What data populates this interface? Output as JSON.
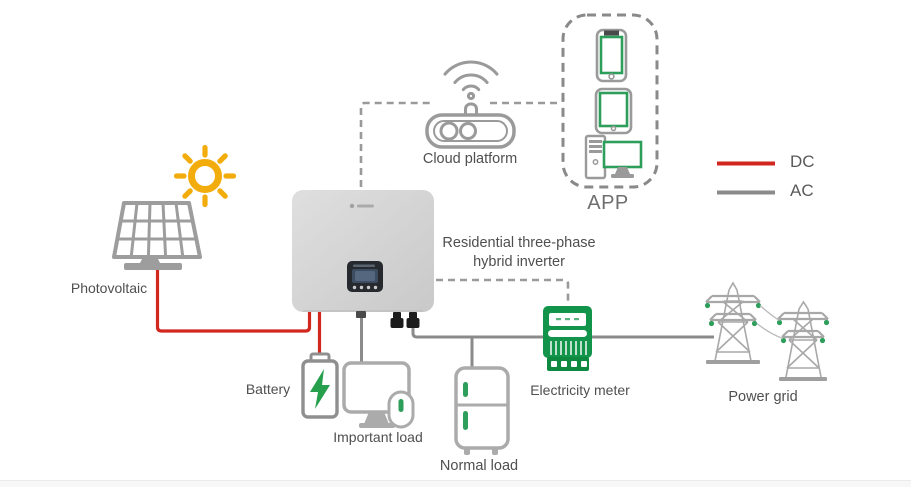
{
  "diagram": {
    "type": "system-connection-diagram",
    "caption": {
      "line1": "Residential three-phase",
      "line2": "hybrid inverter"
    },
    "nodes": {
      "photovoltaic": {
        "label": "Photovoltaic",
        "icon": "solar-panel-icon"
      },
      "battery": {
        "label": "Battery",
        "icon": "battery-icon"
      },
      "inverter": {
        "label": "Residential three-phase hybrid inverter",
        "icon": "inverter-icon"
      },
      "cloud_platform": {
        "label": "Cloud platform",
        "icon": "wifi-router-icon"
      },
      "app": {
        "label": "APP",
        "icon": "devices-icon"
      },
      "important_load": {
        "label": "Important load",
        "icon": "computer-monitor-mouse-icon"
      },
      "normal_load": {
        "label": "Normal load",
        "icon": "refrigerator-icon"
      },
      "electricity_meter": {
        "label": "Electricity meter",
        "icon": "electric-meter-icon"
      },
      "power_grid": {
        "label": "Power grid",
        "icon": "transmission-towers-icon"
      },
      "sun": {
        "icon": "sun-icon"
      }
    },
    "legend": {
      "entries": [
        {
          "label": "DC",
          "color": "#d2271e",
          "style": "solid"
        },
        {
          "label": "AC",
          "color": "#8b8b8b",
          "style": "solid"
        }
      ]
    },
    "edges": [
      {
        "from": "photovoltaic",
        "to": "inverter",
        "type": "DC"
      },
      {
        "from": "battery",
        "to": "inverter",
        "type": "DC"
      },
      {
        "from": "inverter",
        "to": "important_load",
        "type": "AC"
      },
      {
        "from": "inverter",
        "to": "normal_load",
        "type": "AC"
      },
      {
        "from": "inverter",
        "to": "electricity_meter",
        "type": "AC"
      },
      {
        "from": "electricity_meter",
        "to": "power_grid",
        "type": "AC"
      },
      {
        "from": "inverter",
        "to": "cloud_platform",
        "type": "communication-dashed"
      },
      {
        "from": "cloud_platform",
        "to": "app",
        "type": "communication-dashed"
      },
      {
        "from": "inverter",
        "to": "electricity_meter",
        "type": "communication-dashed"
      }
    ],
    "colors": {
      "dc_red": "#d2271e",
      "ac_gray": "#8b8b8b",
      "comm_gray": "#9a9a9a",
      "accent_green": "#2e9e5b",
      "meter_green": "#12954a",
      "sun_yellow": "#f2ac0c",
      "icon_outline_gray": "#a8a8a8",
      "inverter_body": "#d4d4d4",
      "text": "#4f4f4f"
    }
  }
}
